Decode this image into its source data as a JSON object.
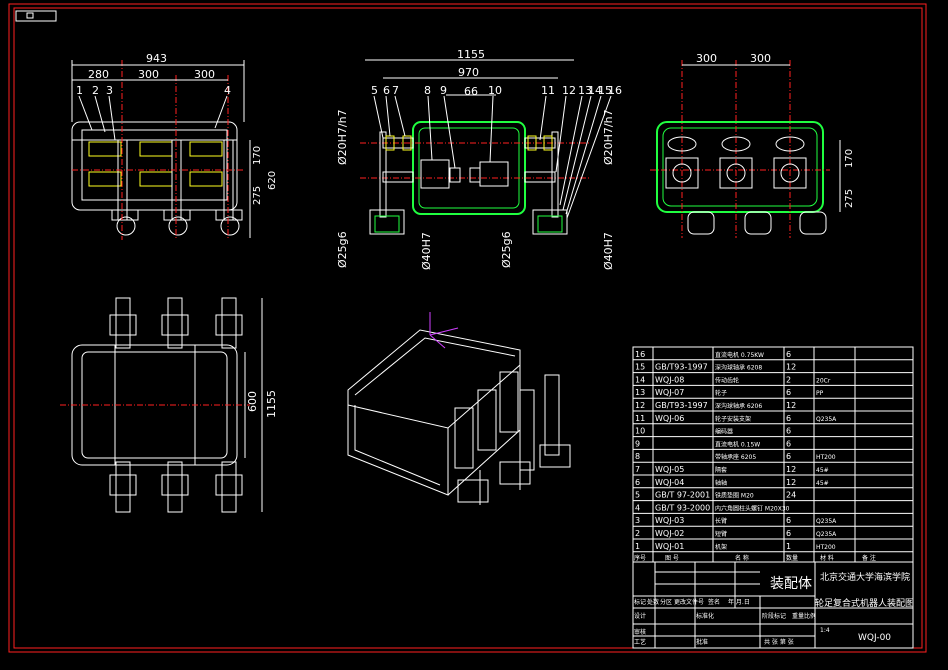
{
  "drawing": {
    "title": "装配体",
    "school": "北京交通大学海滨学院",
    "subtitle": "轮足复合式机器人装配图",
    "drawing_no": "WQJ-00"
  },
  "front_view": {
    "dims_top": [
      "943",
      "280",
      "300",
      "300"
    ],
    "balloons": [
      "1",
      "2",
      "3",
      "4"
    ],
    "dims_right": [
      "170",
      "620",
      "275"
    ]
  },
  "section_view": {
    "dims_top": [
      "1155",
      "970",
      "66"
    ],
    "balloons_left": [
      "5",
      "6",
      "7",
      "8",
      "9",
      "10"
    ],
    "balloons_right": [
      "11",
      "12",
      "13",
      "14",
      "15",
      "16"
    ],
    "fits_left": [
      "Ø20H7/h7",
      "Ø25g6",
      "Ø40H7"
    ],
    "fits_right": [
      "Ø20H7/h7",
      "Ø25g6",
      "Ø40H7"
    ]
  },
  "side_view": {
    "dims_top": [
      "300",
      "300"
    ],
    "dims_right": [
      "170",
      "275"
    ]
  },
  "top_view": {
    "dims_right": [
      "600",
      "1155"
    ]
  },
  "bom": {
    "rows": [
      {
        "no": "16",
        "code": "",
        "name": "直流电机 0.75KW",
        "qty": "6",
        "mat": ""
      },
      {
        "no": "15",
        "code": "GB/T93-1997",
        "name": "深沟球轴承 6208",
        "qty": "12",
        "mat": ""
      },
      {
        "no": "14",
        "code": "WQJ-08",
        "name": "传动齿轮",
        "qty": "2",
        "mat": "20Cr"
      },
      {
        "no": "13",
        "code": "WQJ-07",
        "name": "轮子",
        "qty": "6",
        "mat": "PP"
      },
      {
        "no": "12",
        "code": "GB/T93-1997",
        "name": "深沟球轴承 6206",
        "qty": "12",
        "mat": ""
      },
      {
        "no": "11",
        "code": "WQJ-06",
        "name": "轮子安装支架",
        "qty": "6",
        "mat": "Q235A"
      },
      {
        "no": "10",
        "code": "",
        "name": "编码器",
        "qty": "6",
        "mat": ""
      },
      {
        "no": "9",
        "code": "",
        "name": "直流电机 0.15W",
        "qty": "6",
        "mat": ""
      },
      {
        "no": "8",
        "code": "",
        "name": "带轴承座 6205",
        "qty": "6",
        "mat": "HT200"
      },
      {
        "no": "7",
        "code": "WQJ-05",
        "name": "隔套",
        "qty": "12",
        "mat": "45#"
      },
      {
        "no": "6",
        "code": "WQJ-04",
        "name": "轴轴",
        "qty": "12",
        "mat": "45#"
      },
      {
        "no": "5",
        "code": "GB/T 97-2001",
        "name": "铁质垫圈 M20",
        "qty": "24",
        "mat": ""
      },
      {
        "no": "4",
        "code": "GB/T 93-2000",
        "name": "内六角圆柱头螺钉 M20X30",
        "qty": "",
        "mat": ""
      },
      {
        "no": "3",
        "code": "WQJ-03",
        "name": "长臂",
        "qty": "6",
        "mat": "Q235A"
      },
      {
        "no": "2",
        "code": "WQJ-02",
        "name": "短臂",
        "qty": "6",
        "mat": "Q235A"
      },
      {
        "no": "1",
        "code": "WQJ-01",
        "name": "机架",
        "qty": "1",
        "mat": "HT200"
      }
    ],
    "header": {
      "no": "序号",
      "code": "图 号",
      "name": "名 称",
      "qty": "数量",
      "mat": "材 料",
      "remark": "备 注"
    }
  },
  "titleblock": {
    "labels": [
      "标记",
      "处数",
      "分区",
      "更改文件号",
      "签名",
      "年.月.日",
      "设计",
      "标准化",
      "阶段标记",
      "重量",
      "比例",
      "审核",
      "工艺",
      "批准",
      "共 张 第 张"
    ],
    "scale": "1:4"
  }
}
